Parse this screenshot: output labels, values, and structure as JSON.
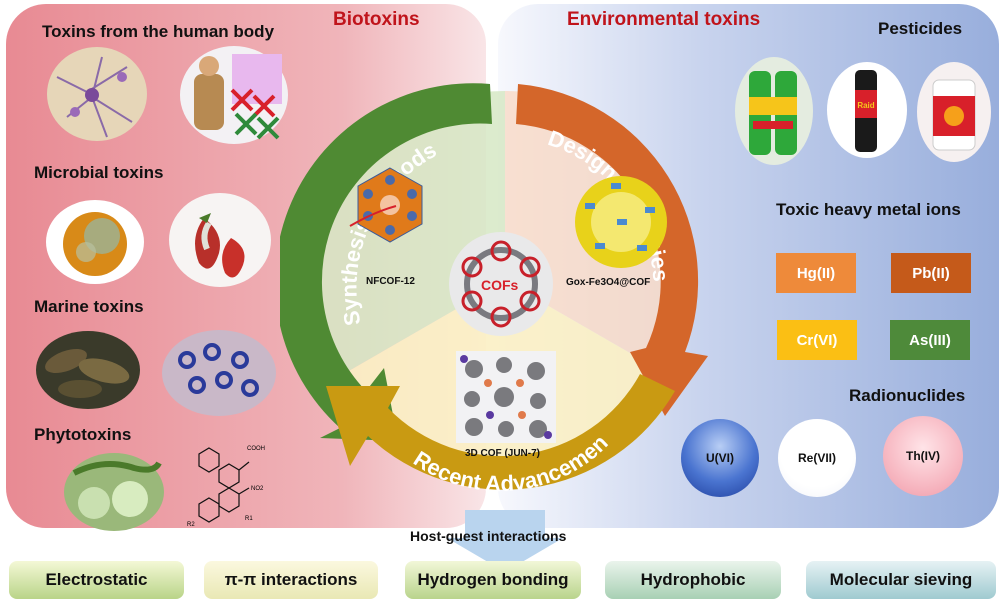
{
  "left_panel": {
    "title": "Biotoxins",
    "sections": [
      {
        "label": "Toxins from the human body"
      },
      {
        "label": "Microbial toxins"
      },
      {
        "label": "Marine toxins"
      },
      {
        "label": "Phytotoxins"
      }
    ],
    "molecule_labels": {
      "cooh": "COOH",
      "no2": "NO2",
      "r1": "R1",
      "r2": "R2"
    }
  },
  "right_panel": {
    "title": "Environmental toxins",
    "pesticides_label": "Pesticides",
    "can_label": "Raid",
    "metals_label": "Toxic heavy metal ions",
    "metals": [
      {
        "label": "Hg(II)",
        "color": "#ee8a3a"
      },
      {
        "label": "Pb(II)",
        "color": "#c55a1a"
      },
      {
        "label": "Cr(VI)",
        "color": "#fbbf14"
      },
      {
        "label": "As(III)",
        "color": "#4e8a3a"
      }
    ],
    "radionuclides_label": "Radionuclides",
    "radionuclides": [
      {
        "label": "U(VI)"
      },
      {
        "label": "Re(VII)"
      },
      {
        "label": "Th(IV)"
      }
    ]
  },
  "center": {
    "arrows": [
      {
        "label": "Synthesis Methods",
        "color": "#4f8a33"
      },
      {
        "label": "Design Strategies",
        "color": "#d4662a"
      },
      {
        "label": "Recent Advancements",
        "color": "#c99a12"
      }
    ],
    "core_label": "COFs",
    "structures": [
      {
        "label": "NFCOF-12"
      },
      {
        "label": "Gox-Fe3O4@COF"
      },
      {
        "label": "3D COF   (JUN-7)"
      }
    ]
  },
  "bottom": {
    "title": "Host-guest interactions",
    "interactions": [
      {
        "label": "Electrostatic"
      },
      {
        "label": "π-π interactions"
      },
      {
        "label": "Hydrogen bonding"
      },
      {
        "label": "Hydrophobic"
      },
      {
        "label": "Molecular sieving"
      }
    ]
  }
}
